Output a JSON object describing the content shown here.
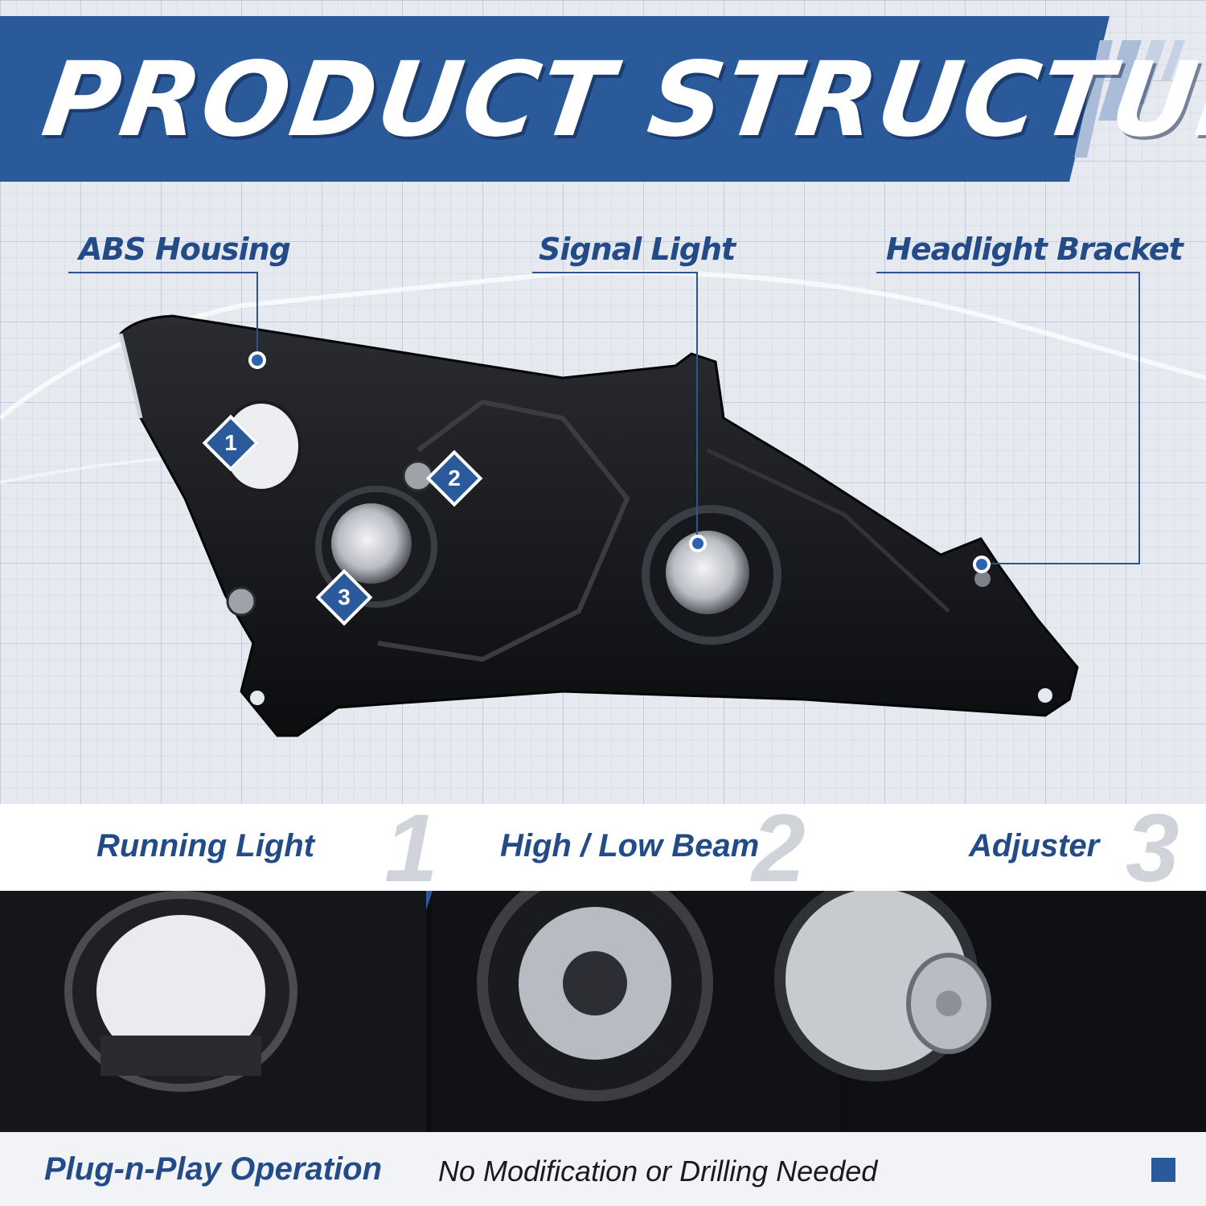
{
  "banner": {
    "title": "PRODUCT STRUCTURE"
  },
  "callouts": {
    "abs_housing": "ABS Housing",
    "signal_light": "Signal Light",
    "headlight_bracket": "Headlight Bracket"
  },
  "markers": [
    "1",
    "2",
    "3"
  ],
  "features": [
    {
      "label": "Running Light",
      "number": "1"
    },
    {
      "label": "High / Low Beam",
      "number": "2"
    },
    {
      "label": "Adjuster",
      "number": "3"
    }
  ],
  "footer": {
    "highlight": "Plug-n-Play Operation",
    "text": "No Modification or Drilling Needed"
  },
  "colors": {
    "brand_blue": "#2a5a9a",
    "text_blue": "#234b87",
    "product_black": "#141518"
  }
}
